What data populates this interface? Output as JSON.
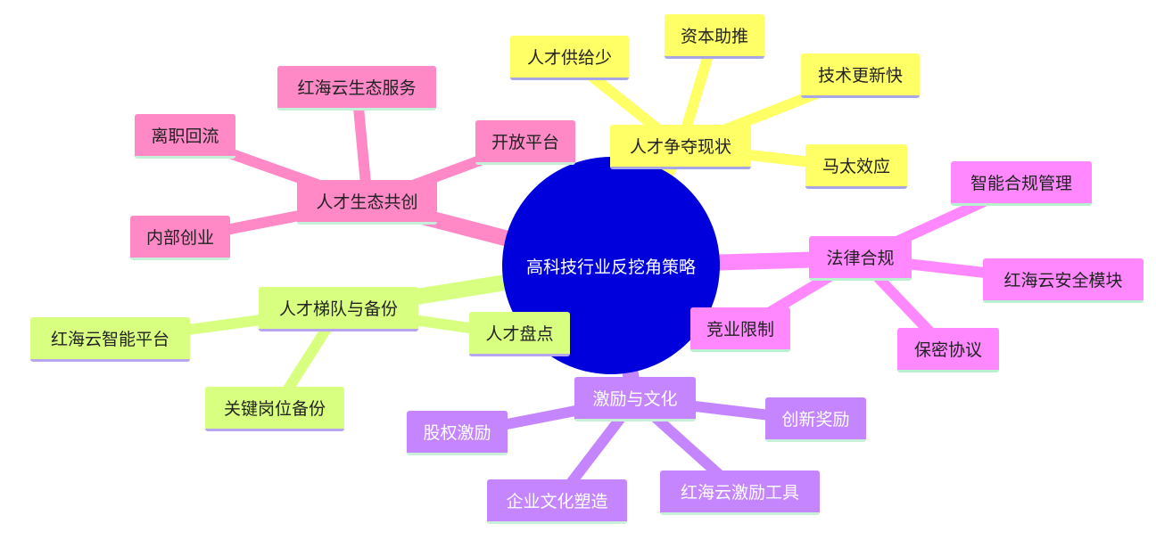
{
  "center": {
    "label": "高科技行业反挖角策略",
    "color": "#0000dd"
  },
  "branches": [
    {
      "id": "status",
      "label": "人才争夺现状",
      "color": "#ffff66",
      "children": [
        "人才供给少",
        "资本助推",
        "技术更新快",
        "马太效应"
      ]
    },
    {
      "id": "legal",
      "label": "法律合规",
      "color": "#ff88ff",
      "children": [
        "智能合规管理",
        "红海云安全模块",
        "保密协议",
        "竞业限制"
      ]
    },
    {
      "id": "incentive",
      "label": "激励与文化",
      "color": "#c485ff",
      "children": [
        "创新奖励",
        "红海云激励工具",
        "企业文化塑造",
        "股权激励"
      ]
    },
    {
      "id": "echelon",
      "label": "人才梯队与备份",
      "color": "#d8ff80",
      "children": [
        "人才盘点",
        "关键岗位备份",
        "红海云智能平台"
      ]
    },
    {
      "id": "ecosystem",
      "label": "人才生态共创",
      "color": "#ff88c6",
      "children": [
        "开放平台",
        "红海云生态服务",
        "离职回流",
        "内部创业"
      ]
    }
  ]
}
